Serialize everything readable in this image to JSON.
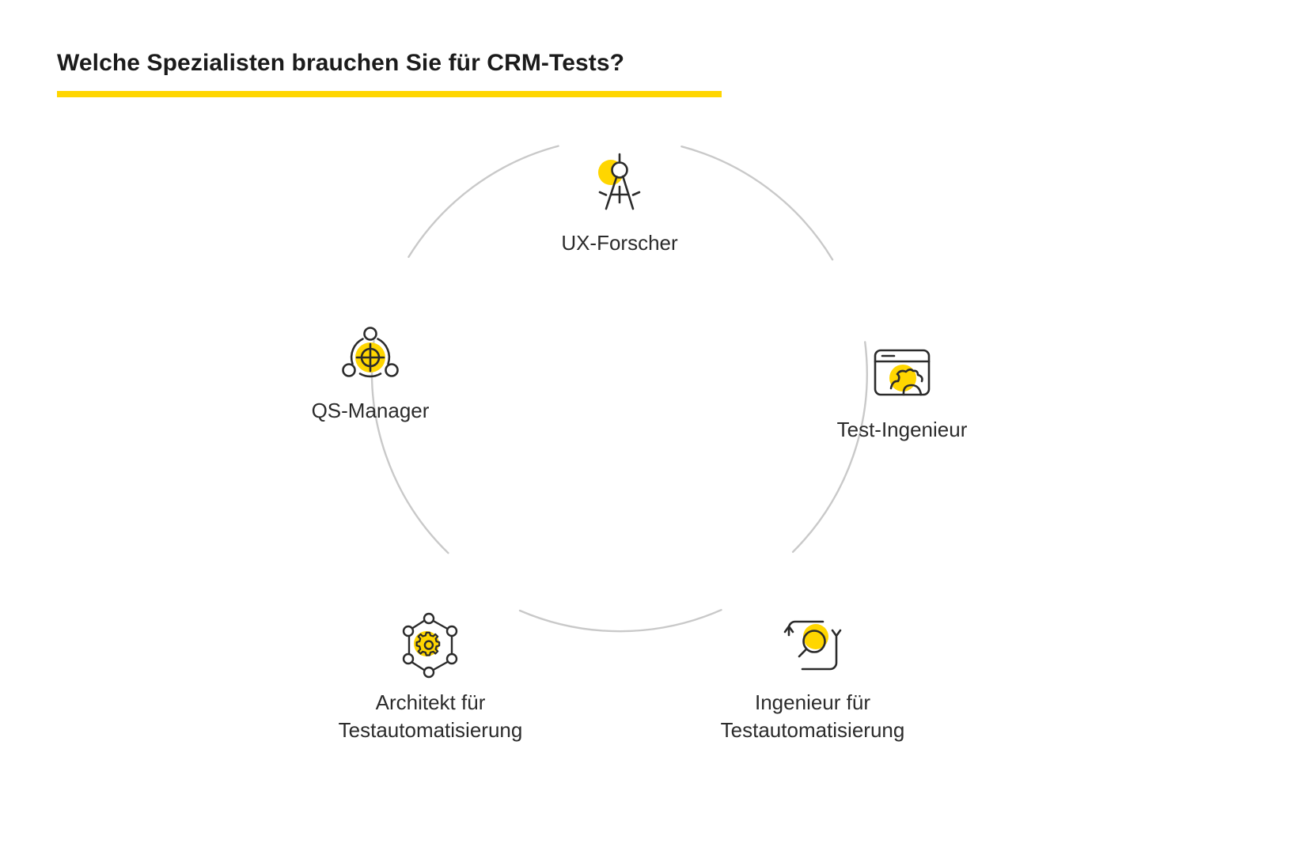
{
  "header": {
    "title": "Welche Spezialisten brauchen Sie für CRM-Tests?",
    "rule_color": "#FFD600"
  },
  "theme": {
    "accent_yellow": "#FFD600",
    "stroke_dark": "#2b2b2b",
    "ring_gray": "#c9c9c9",
    "text_color": "#2b2b2b",
    "background": "#ffffff"
  },
  "diagram": {
    "type": "cycle",
    "node_count": 5,
    "nodes": [
      {
        "id": "ux-researcher",
        "label": "UX-Forscher",
        "icon": "compass-divider-icon",
        "position": "top"
      },
      {
        "id": "test-engineer",
        "label": "Test-Ingenieur",
        "icon": "browser-window-gear-icon",
        "position": "right"
      },
      {
        "id": "test-automation-engineer",
        "label": "Ingenieur für\nTestautomatisierung",
        "icon": "magnifier-refresh-icon",
        "position": "bottom-right"
      },
      {
        "id": "test-automation-architect",
        "label": "Architekt für\nTestautomatisierung",
        "icon": "hexagon-nodes-gear-icon",
        "position": "bottom-left"
      },
      {
        "id": "qa-manager",
        "label": "QS-Manager",
        "icon": "target-crosshair-icon",
        "position": "left"
      }
    ]
  }
}
